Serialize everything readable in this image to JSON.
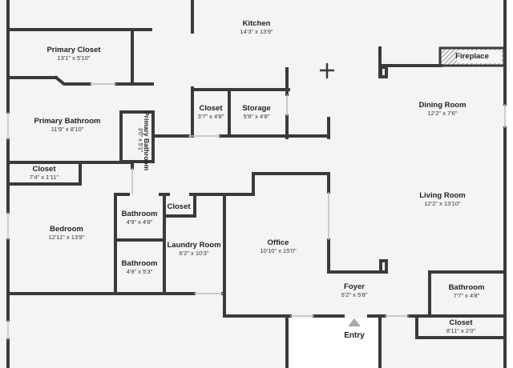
{
  "rooms": {
    "kitchen": {
      "name": "Kitchen",
      "dim": "14'3\" x 13'9\""
    },
    "primary_closet": {
      "name": "Primary Closet",
      "dim": "13'1\" x 5'10\""
    },
    "primary_bathroom": {
      "name": "Primary Bathroom",
      "dim": "11'9\" x 8'10\""
    },
    "primary_bathroom_small": {
      "name": "Primary Bathroom",
      "dim": "3'0\" x 5'1\""
    },
    "closet_kitchen": {
      "name": "Closet",
      "dim": "3'7\" x 4'8\""
    },
    "storage": {
      "name": "Storage",
      "dim": "5'8\" x 4'8\""
    },
    "dining_room": {
      "name": "Dining Room",
      "dim": "12'2\" x 7'6\""
    },
    "living_room": {
      "name": "Living Room",
      "dim": "12'2\" x 13'10\""
    },
    "closet_bedroom": {
      "name": "Closet",
      "dim": "7'4\" x 1'11\""
    },
    "bedroom": {
      "name": "Bedroom",
      "dim": "12'11\" x 13'9\""
    },
    "bathroom_a": {
      "name": "Bathroom",
      "dim": "4'9\" x 4'8\""
    },
    "bathroom_b": {
      "name": "Bathroom",
      "dim": "4'9\" x 5'3\""
    },
    "closet_small": {
      "name": "Closet",
      "dim": ""
    },
    "laundry_room": {
      "name": "Laundry Room",
      "dim": "6'2\" x 10'3\""
    },
    "office": {
      "name": "Office",
      "dim": "10'10\" x 15'0\""
    },
    "foyer": {
      "name": "Foyer",
      "dim": "5'2\" x 5'8\""
    },
    "bathroom_c": {
      "name": "Bathroom",
      "dim": "7'7\" x 4'8\""
    },
    "closet_entry": {
      "name": "Closet",
      "dim": "8'11\" x 2'0\""
    }
  },
  "fireplace": "Fireplace",
  "entry": "Entry",
  "colors": {
    "wall": "#3a3a3a",
    "floor": "#f4f4f4",
    "fireplace_hatch": "#9a9a9a",
    "arrow": "#a8a8a8"
  }
}
